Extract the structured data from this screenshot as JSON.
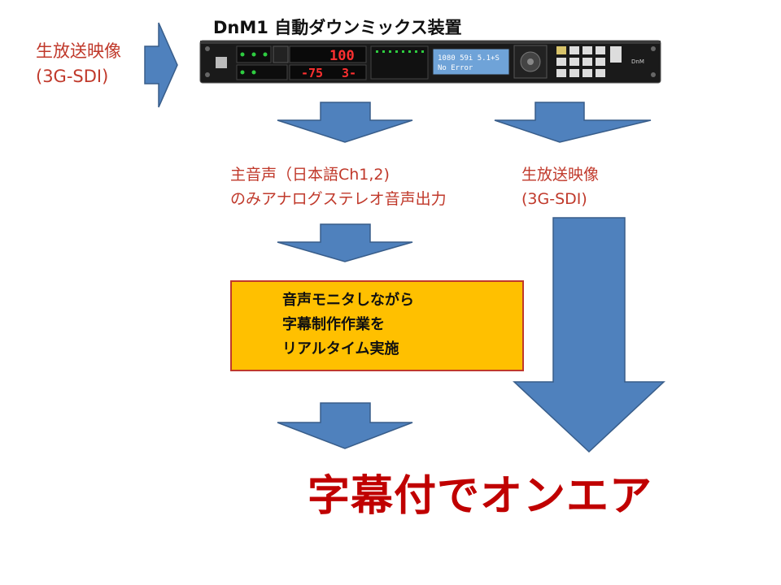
{
  "device": {
    "title": "DnM1 自動ダウンミックス装置",
    "audio_delay_display": "100",
    "loudness_display": "-75",
    "loudness_display_2": "3-",
    "lcd_line1": "1080 59i   5.1+S",
    "lcd_line2": "No Error",
    "brand": "DnM"
  },
  "labels": {
    "input_video_line1": "生放送映像",
    "input_video_line2": "(3G-SDI)",
    "main_audio_line1": "主音声（日本語Ch1,2)",
    "main_audio_line2": "のみアナログステレオ音声出力",
    "output_video_line1": "生放送映像",
    "output_video_line2": "(3G-SDI)"
  },
  "work_box": {
    "line1": "音声モニタしながら",
    "line2": "字幕制作作業を",
    "line3": "リアルタイム実施"
  },
  "result": "字幕付でオンエア",
  "colors": {
    "arrow_fill": "#4f81bd",
    "arrow_stroke": "#385d8a",
    "label_red": "#c0392b",
    "result_red": "#c00000",
    "box_fill": "#ffc000"
  }
}
